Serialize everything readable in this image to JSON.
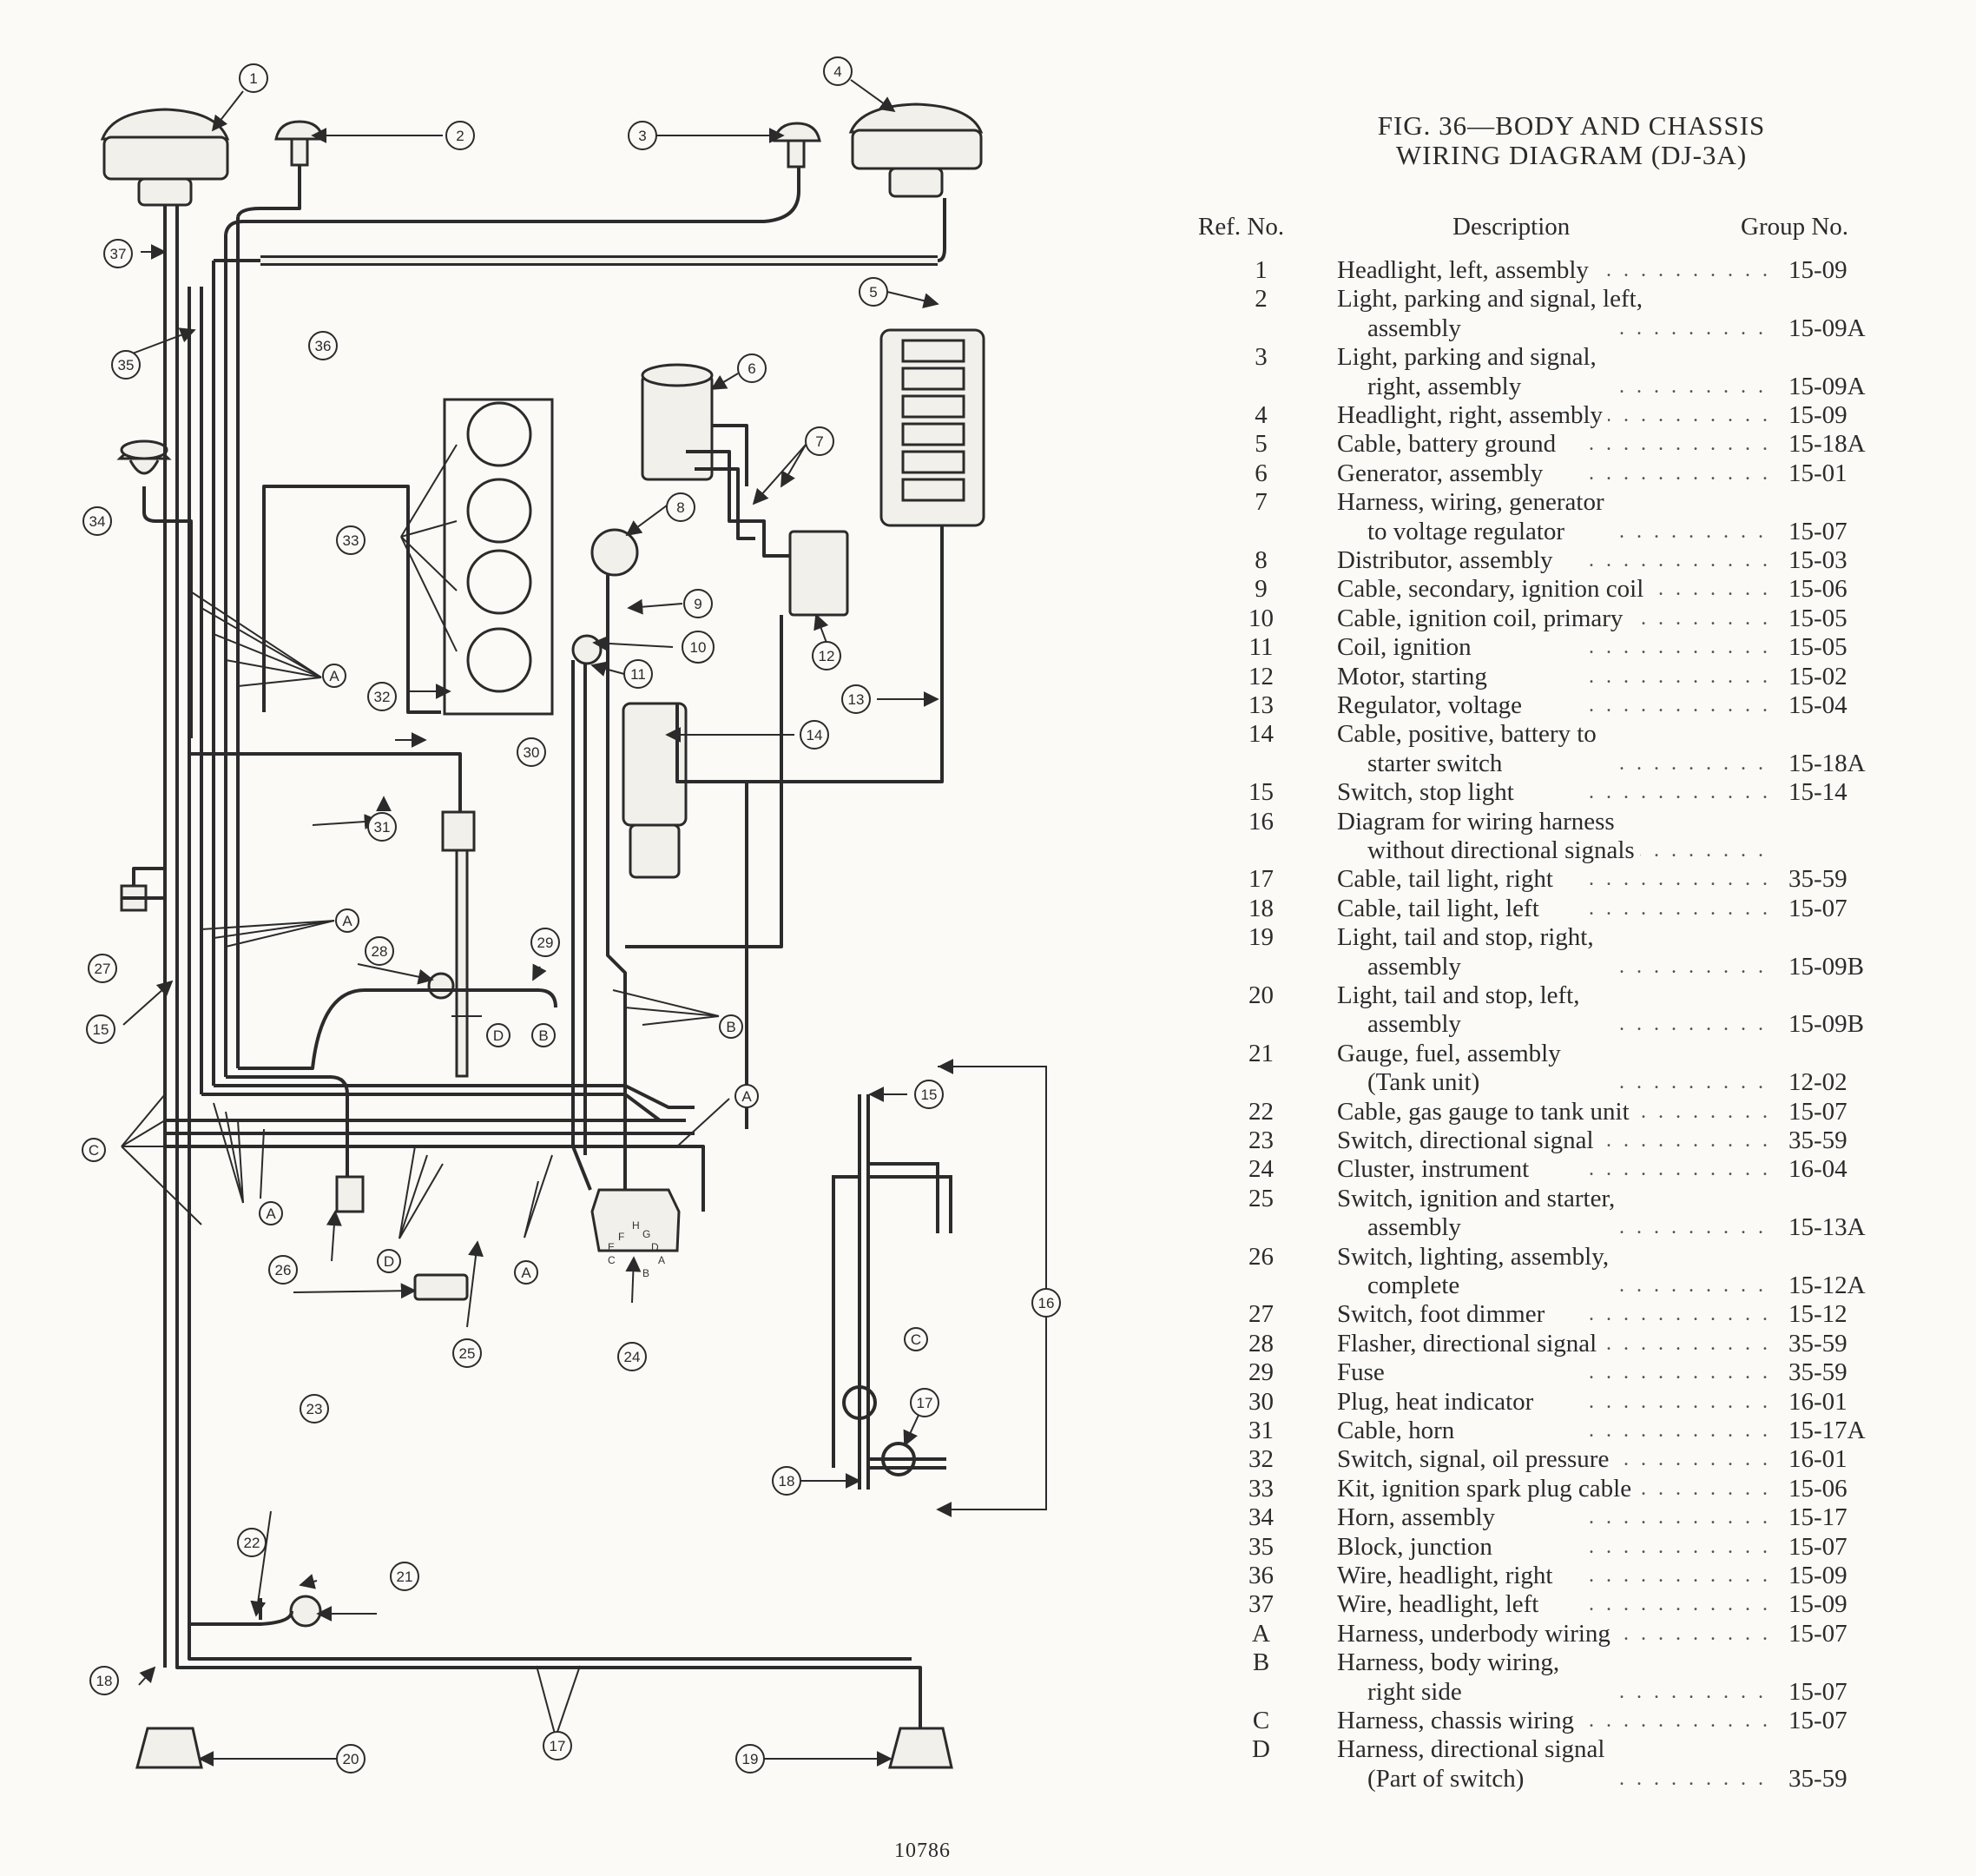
{
  "figure": {
    "title_line1": "FIG. 36—BODY AND CHASSIS",
    "title_line2": "WIRING DIAGRAM (DJ-3A)",
    "number": "10786"
  },
  "legend": {
    "headers": {
      "ref": "Ref. No.",
      "description": "Description",
      "group": "Group No."
    },
    "rows": [
      {
        "ref": "1",
        "lines": [
          "Headlight, left, assembly"
        ],
        "group": "15-09"
      },
      {
        "ref": "2",
        "lines": [
          "Light, parking and signal, left,",
          "assembly"
        ],
        "group": "15-09A"
      },
      {
        "ref": "3",
        "lines": [
          "Light, parking and signal,",
          "right, assembly"
        ],
        "group": "15-09A"
      },
      {
        "ref": "4",
        "lines": [
          "Headlight, right, assembly"
        ],
        "group": "15-09"
      },
      {
        "ref": "5",
        "lines": [
          "Cable, battery ground"
        ],
        "group": "15-18A"
      },
      {
        "ref": "6",
        "lines": [
          "Generator, assembly"
        ],
        "group": "15-01"
      },
      {
        "ref": "7",
        "lines": [
          "Harness, wiring, generator",
          "to voltage regulator"
        ],
        "group": "15-07"
      },
      {
        "ref": "8",
        "lines": [
          "Distributor, assembly"
        ],
        "group": "15-03"
      },
      {
        "ref": "9",
        "lines": [
          "Cable, secondary, ignition coil"
        ],
        "group": "15-06"
      },
      {
        "ref": "10",
        "lines": [
          "Cable, ignition coil, primary"
        ],
        "group": "15-05"
      },
      {
        "ref": "11",
        "lines": [
          "Coil, ignition"
        ],
        "group": "15-05"
      },
      {
        "ref": "12",
        "lines": [
          "Motor, starting"
        ],
        "group": "15-02"
      },
      {
        "ref": "13",
        "lines": [
          "Regulator, voltage"
        ],
        "group": "15-04"
      },
      {
        "ref": "14",
        "lines": [
          "Cable, positive, battery to",
          "starter switch"
        ],
        "group": "15-18A"
      },
      {
        "ref": "15",
        "lines": [
          "Switch, stop light"
        ],
        "group": "15-14"
      },
      {
        "ref": "16",
        "lines": [
          "Diagram for wiring harness",
          "without directional signals"
        ],
        "group": ""
      },
      {
        "ref": "17",
        "lines": [
          "Cable, tail light, right"
        ],
        "group": "35-59"
      },
      {
        "ref": "18",
        "lines": [
          "Cable, tail light, left"
        ],
        "group": "15-07"
      },
      {
        "ref": "19",
        "lines": [
          "Light, tail and stop, right,",
          "assembly"
        ],
        "group": "15-09B"
      },
      {
        "ref": "20",
        "lines": [
          "Light, tail and stop, left,",
          "assembly"
        ],
        "group": "15-09B"
      },
      {
        "ref": "21",
        "lines": [
          "Gauge, fuel, assembly",
          "(Tank unit)"
        ],
        "group": "12-02"
      },
      {
        "ref": "22",
        "lines": [
          "Cable, gas gauge to tank unit"
        ],
        "group": "15-07"
      },
      {
        "ref": "23",
        "lines": [
          "Switch, directional signal"
        ],
        "group": "35-59"
      },
      {
        "ref": "24",
        "lines": [
          "Cluster, instrument"
        ],
        "group": "16-04"
      },
      {
        "ref": "25",
        "lines": [
          "Switch, ignition and starter,",
          "assembly"
        ],
        "group": "15-13A"
      },
      {
        "ref": "26",
        "lines": [
          "Switch, lighting, assembly,",
          "complete"
        ],
        "group": "15-12A"
      },
      {
        "ref": "27",
        "lines": [
          "Switch, foot dimmer"
        ],
        "group": "15-12"
      },
      {
        "ref": "28",
        "lines": [
          "Flasher, directional signal"
        ],
        "group": "35-59"
      },
      {
        "ref": "29",
        "lines": [
          "Fuse"
        ],
        "group": "35-59"
      },
      {
        "ref": "30",
        "lines": [
          "Plug, heat indicator"
        ],
        "group": "16-01"
      },
      {
        "ref": "31",
        "lines": [
          "Cable, horn"
        ],
        "group": "15-17A"
      },
      {
        "ref": "32",
        "lines": [
          "Switch, signal, oil pressure"
        ],
        "group": "16-01"
      },
      {
        "ref": "33",
        "lines": [
          "Kit, ignition spark plug cable"
        ],
        "group": "15-06"
      },
      {
        "ref": "34",
        "lines": [
          "Horn, assembly"
        ],
        "group": "15-17"
      },
      {
        "ref": "35",
        "lines": [
          "Block, junction"
        ],
        "group": "15-07"
      },
      {
        "ref": "36",
        "lines": [
          "Wire, headlight, right"
        ],
        "group": "15-09"
      },
      {
        "ref": "37",
        "lines": [
          "Wire, headlight, left"
        ],
        "group": "15-09"
      },
      {
        "ref": "A",
        "lines": [
          "Harness, underbody wiring"
        ],
        "group": "15-07"
      },
      {
        "ref": "B",
        "lines": [
          "Harness, body wiring,",
          "right side"
        ],
        "group": "15-07"
      },
      {
        "ref": "C",
        "lines": [
          "Harness, chassis wiring"
        ],
        "group": "15-07"
      },
      {
        "ref": "D",
        "lines": [
          "Harness, directional signal",
          "(Part of switch)"
        ],
        "group": "35-59"
      }
    ]
  },
  "callouts": [
    {
      "label": "1"
    },
    {
      "label": "2"
    },
    {
      "label": "3"
    },
    {
      "label": "4"
    },
    {
      "label": "5"
    },
    {
      "label": "6"
    },
    {
      "label": "7"
    },
    {
      "label": "8"
    },
    {
      "label": "9"
    },
    {
      "label": "10"
    },
    {
      "label": "11"
    },
    {
      "label": "12"
    },
    {
      "label": "13"
    },
    {
      "label": "14"
    },
    {
      "label": "15"
    },
    {
      "label": "15"
    },
    {
      "label": "16"
    },
    {
      "label": "17"
    },
    {
      "label": "17"
    },
    {
      "label": "18"
    },
    {
      "label": "18"
    },
    {
      "label": "19"
    },
    {
      "label": "20"
    },
    {
      "label": "21"
    },
    {
      "label": "22"
    },
    {
      "label": "23"
    },
    {
      "label": "24"
    },
    {
      "label": "25"
    },
    {
      "label": "26"
    },
    {
      "label": "27"
    },
    {
      "label": "28"
    },
    {
      "label": "29"
    },
    {
      "label": "30"
    },
    {
      "label": "31"
    },
    {
      "label": "32"
    },
    {
      "label": "33"
    },
    {
      "label": "34"
    },
    {
      "label": "35"
    },
    {
      "label": "36"
    },
    {
      "label": "37"
    },
    {
      "label": "A"
    },
    {
      "label": "A"
    },
    {
      "label": "A"
    },
    {
      "label": "A"
    },
    {
      "label": "A"
    },
    {
      "label": "B"
    },
    {
      "label": "B"
    },
    {
      "label": "C"
    },
    {
      "label": "C"
    },
    {
      "label": "D"
    },
    {
      "label": "D"
    }
  ],
  "pin_labels": [
    "H",
    "G",
    "F",
    "E",
    "D",
    "C",
    "B",
    "A"
  ]
}
